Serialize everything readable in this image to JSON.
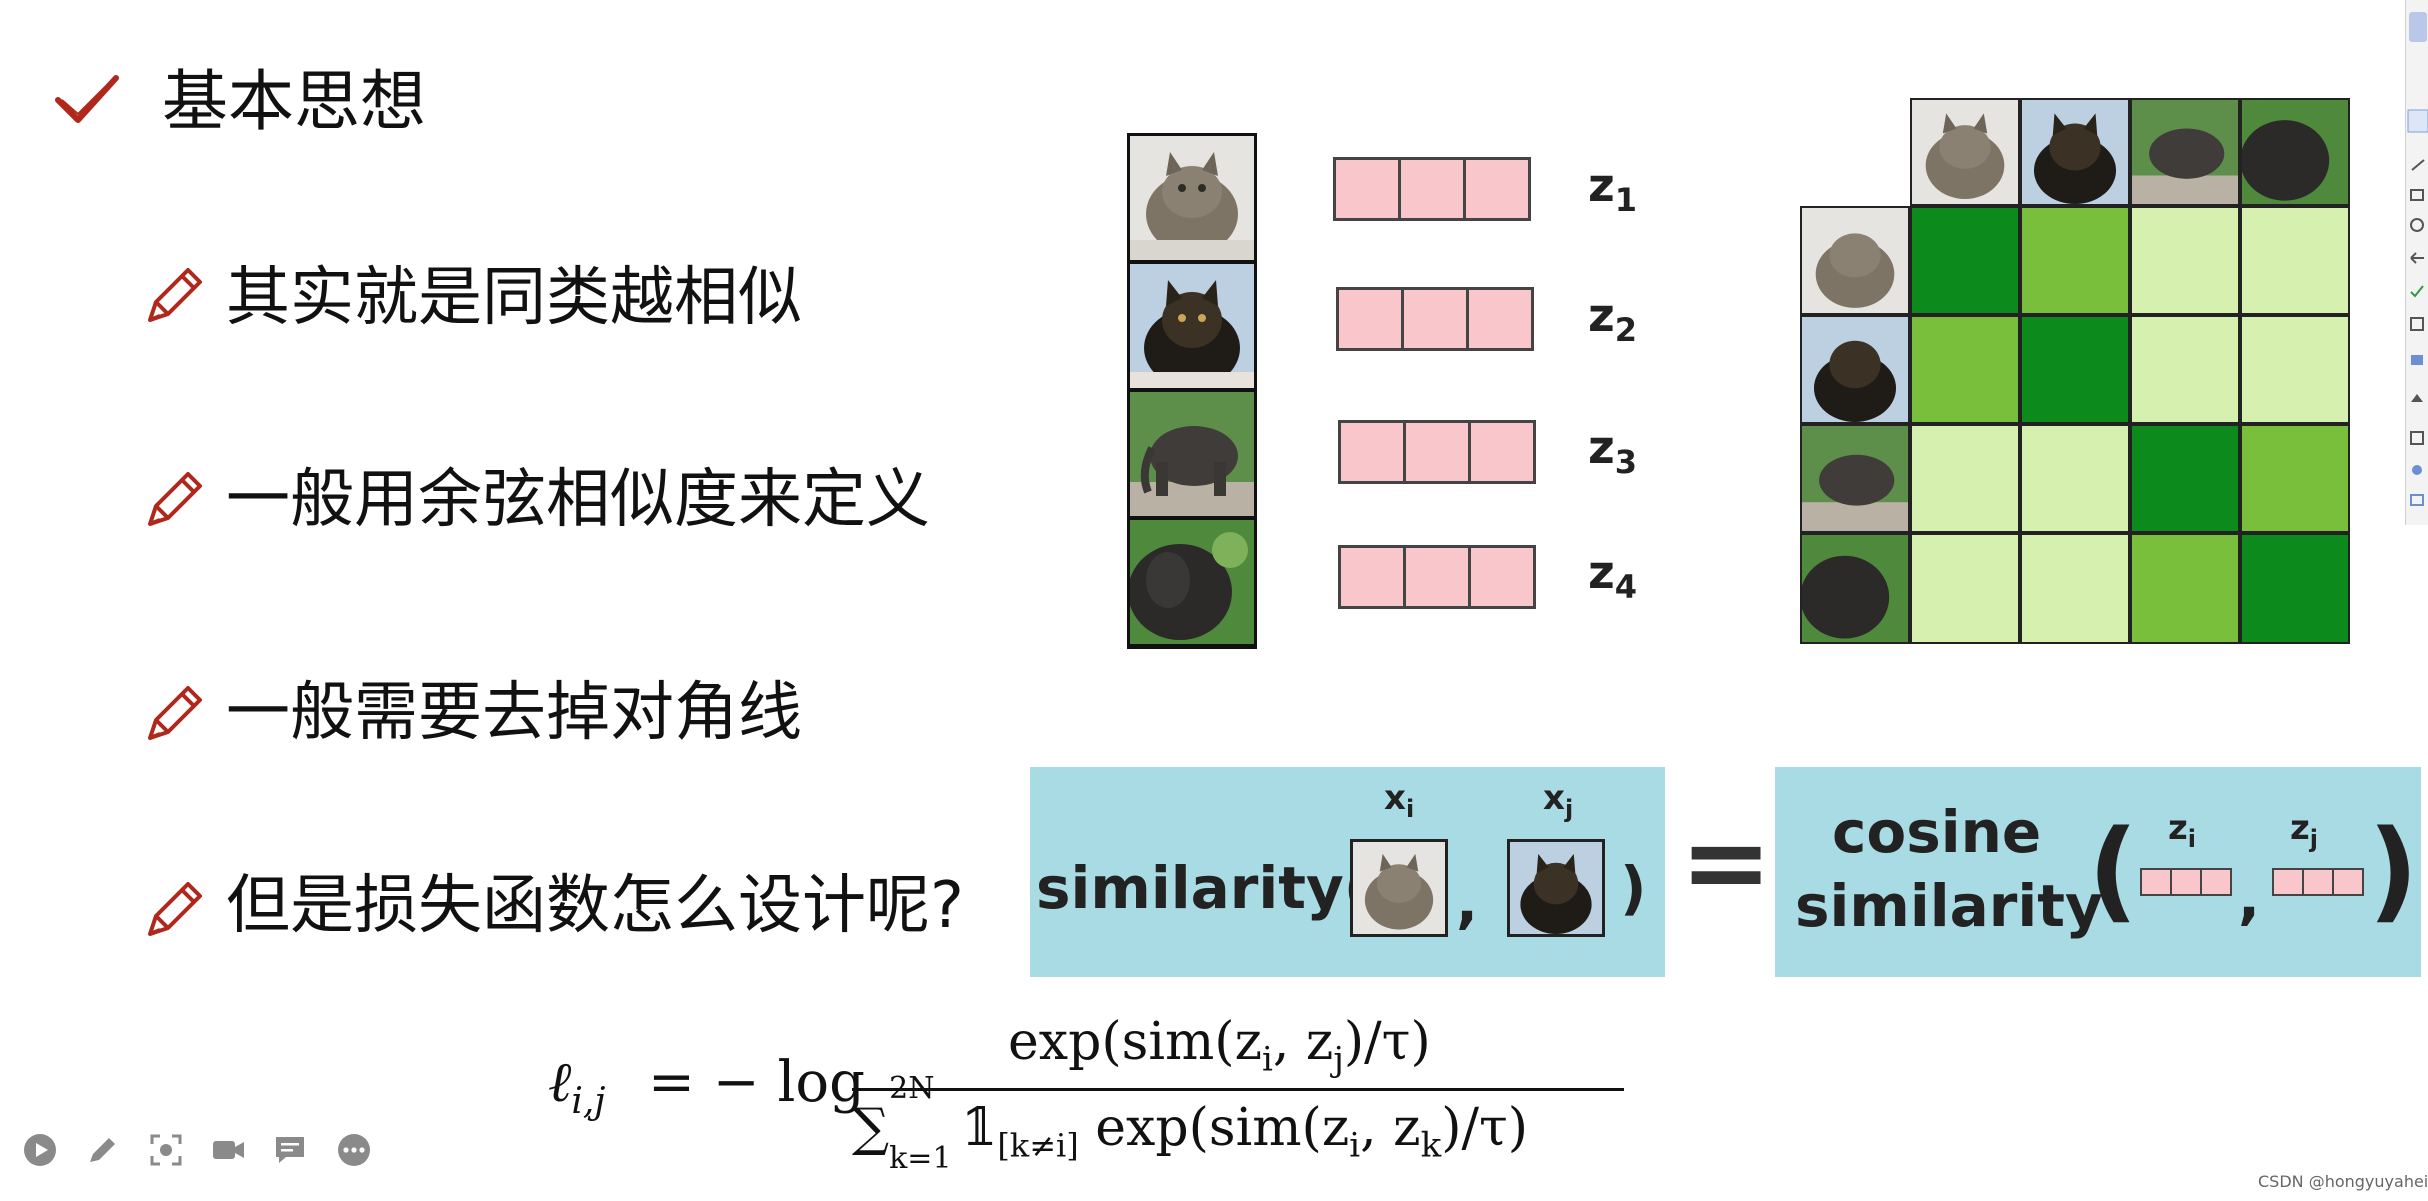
{
  "slide": {
    "heading": "基本思想",
    "bullets": [
      "其实就是同类越相似",
      "一般用余弦相似度来定义",
      "一般需要去掉对角线",
      "但是损失函数怎么设计呢?"
    ]
  },
  "diagram": {
    "images": [
      "cat-1",
      "cat-2",
      "elephant-1",
      "elephant-2"
    ],
    "vector_labels": [
      {
        "base": "z",
        "sub": "1"
      },
      {
        "base": "z",
        "sub": "2"
      },
      {
        "base": "z",
        "sub": "3"
      },
      {
        "base": "z",
        "sub": "4"
      }
    ],
    "matrix_levels": [
      [
        2,
        1,
        0,
        0
      ],
      [
        1,
        2,
        0,
        0
      ],
      [
        0,
        0,
        2,
        1
      ],
      [
        0,
        0,
        1,
        2
      ]
    ],
    "colors": {
      "high": "#0c8b1c",
      "mid": "#79bf3c",
      "low": "#d6f0b0",
      "vector_fill": "#f8c6cb",
      "panel_bg": "#a9dbe4"
    }
  },
  "similarity_eq": {
    "left_word": "similarity(",
    "xi": {
      "base": "x",
      "sub": "i"
    },
    "xj": {
      "base": "x",
      "sub": "j"
    },
    "comma": ",",
    "close": ")",
    "equals": "=",
    "cosine_line1": "cosine",
    "cosine_line2": "similarity",
    "open_paren": "(",
    "close_paren": ")",
    "zi": {
      "base": "z",
      "sub": "i"
    },
    "zj": {
      "base": "z",
      "sub": "j"
    }
  },
  "formula": {
    "lhs": "ℓ",
    "lhs_sub": "i,j",
    "equals_minus_log": "= − log",
    "numerator": "exp(sim(z",
    "num_zi_sub": "i",
    "num_mid": ", z",
    "num_zj_sub": "j",
    "num_end": ")/τ)",
    "den_sum": "∑",
    "den_sum_top": "2N",
    "den_sum_bottom": "k=1",
    "den_indicator": "𝟙",
    "den_indicator_sub": "[k≠i]",
    "den_exp": " exp(sim(z",
    "den_zi_sub": "i",
    "den_mid": ", z",
    "den_zk_sub": "k",
    "den_end": ")/τ)"
  },
  "toolbar": {
    "icons": [
      "play-icon",
      "pen-icon",
      "screenshot-icon",
      "camera-icon",
      "comment-icon",
      "more-icon"
    ]
  },
  "watermark": "CSDN @hongyuyahei"
}
